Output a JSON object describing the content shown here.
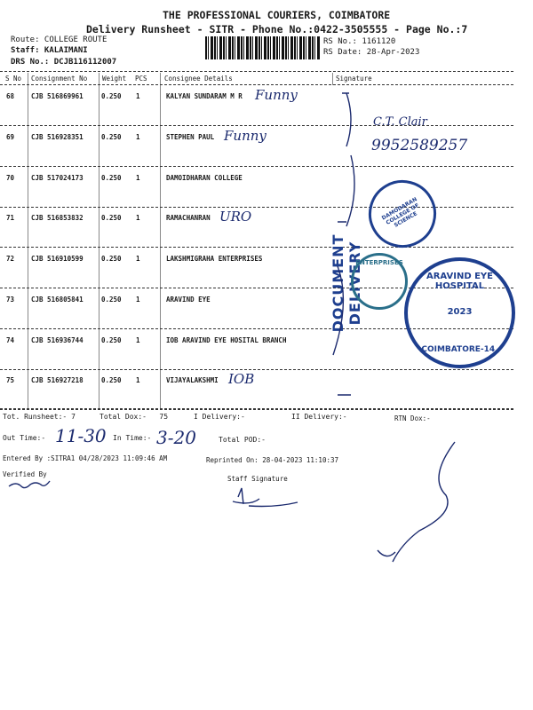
{
  "header": {
    "company": "THE PROFESSIONAL COURIERS, COIMBATORE",
    "subtitle": "Delivery Runsheet - SITR - Phone No.:0422-3505555 - Page No.:7",
    "route": "Route: COLLEGE ROUTE",
    "staff": "Staff: KALAIMANI",
    "drs": "DRS No.: DCJB116112007",
    "rs_no": "RS No.: 1161120",
    "rs_date": "RS Date: 28-Apr-2023"
  },
  "table": {
    "columns": [
      "S No",
      "Consignment No",
      "Weight",
      "PCS",
      "Consignee Details",
      "Signature"
    ],
    "rows": [
      {
        "sno": "68",
        "cn": "CJB 516869961",
        "weight": "0.250",
        "pcs": "1",
        "consignee": "KALYAN SUNDARAM M R",
        "note": "Funny"
      },
      {
        "sno": "69",
        "cn": "CJB 516928351",
        "weight": "0.250",
        "pcs": "1",
        "consignee": "STEPHEN PAUL",
        "note": "Funny"
      },
      {
        "sno": "70",
        "cn": "CJB 517024173",
        "weight": "0.250",
        "pcs": "1",
        "consignee": "DAMOIDHARAN COLLEGE",
        "note": ""
      },
      {
        "sno": "71",
        "cn": "CJB 516853832",
        "weight": "0.250",
        "pcs": "1",
        "consignee": "RAMACHANRAN",
        "note": "URO"
      },
      {
        "sno": "72",
        "cn": "CJB 516910599",
        "weight": "0.250",
        "pcs": "1",
        "consignee": "LAKSHMIGRAHA ENTERPRISES",
        "note": ""
      },
      {
        "sno": "73",
        "cn": "CJB 516805841",
        "weight": "0.250",
        "pcs": "1",
        "consignee": "ARAVIND EYE",
        "note": ""
      },
      {
        "sno": "74",
        "cn": "CJB 516936744",
        "weight": "0.250",
        "pcs": "1",
        "consignee": "IOB ARAVIND EYE HOSITAL BRANCH",
        "note": ""
      },
      {
        "sno": "75",
        "cn": "CJB 516927218",
        "weight": "0.250",
        "pcs": "1",
        "consignee": "VIJAYALAKSHMI",
        "note": "IOB"
      }
    ]
  },
  "signature_notes": {
    "ct": "C.T. Clair",
    "phone": "9952589257"
  },
  "footer": {
    "tot_runsheet": "Tot. Runsheet:- 7",
    "total_dox": "Total Dox:-   75",
    "i_delivery": "I Delivery:-",
    "ii_delivery": "II Delivery:-",
    "rtn_dox": "RTN Dox:-",
    "out_time_label": "Out Time:-",
    "out_time": "11-30",
    "in_time_label": "In Time:-",
    "in_time": "3-20",
    "total_pod": "Total POD:-",
    "entered_by": "Entered By :SITRA1 04/28/2023 11:09:46 AM",
    "reprinted": "Reprinted On: 28-04-2023 11:10:37",
    "verified_by": "Verified By",
    "staff_signature": "Staff Signature"
  },
  "stamps": {
    "document_delivery": "DOCUMENT DELIVERY",
    "hospital": "ARAVIND EYE HOSPITAL",
    "hospital_city": "COIMBATORE-14.",
    "hospital_year": "2023",
    "college": "DAMODARAN COLLEGE OF SCIENCE",
    "enterprises": "ENTERPRISES"
  }
}
